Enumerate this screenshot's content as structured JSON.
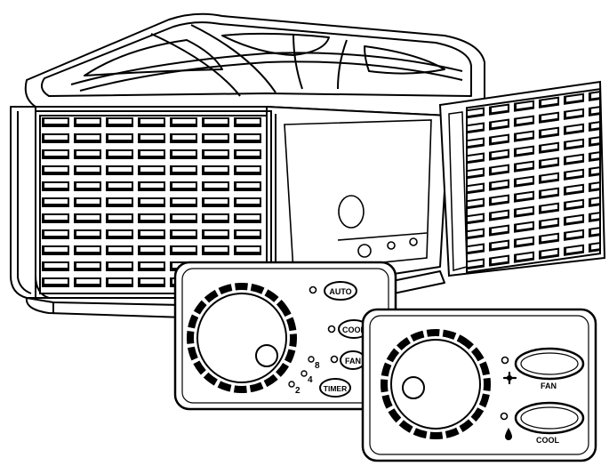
{
  "scene": {
    "subject": "evaporative-air-cooler",
    "background": "#ffffff",
    "ink": "#000000"
  },
  "panel_left": {
    "buttons": {
      "auto": "AUTO",
      "cool": "COOL",
      "fan": "FAN",
      "timer": "TIMER"
    },
    "timer_marks": [
      "2",
      "4",
      "8"
    ]
  },
  "panel_right": {
    "buttons": {
      "fan": "FAN",
      "cool": "COOL"
    },
    "icons": [
      "fan-icon",
      "water-drop-icon"
    ]
  }
}
